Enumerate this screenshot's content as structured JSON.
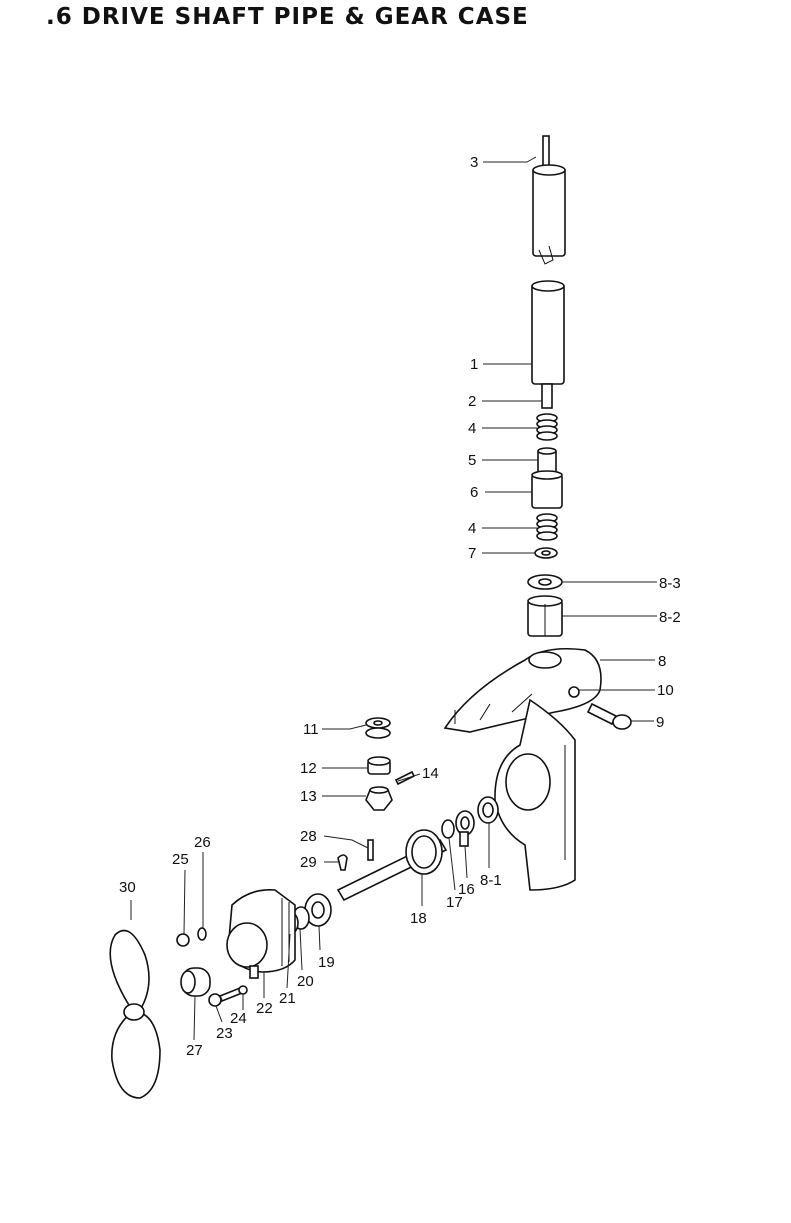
{
  "title": ".6 DRIVE SHAFT PIPE & GEAR CASE",
  "callouts": {
    "p1": "1",
    "p2": "2",
    "p3": "3",
    "p4a": "4",
    "p4b": "4",
    "p5": "5",
    "p6": "6",
    "p7": "7",
    "p8": "8",
    "p8_1": "8-1",
    "p8_2": "8-2",
    "p8_3": "8-3",
    "p9": "9",
    "p10": "10",
    "p11": "11",
    "p12": "12",
    "p13": "13",
    "p14": "14",
    "p16": "16",
    "p17": "17",
    "p18": "18",
    "p19": "19",
    "p20": "20",
    "p21": "21",
    "p22": "22",
    "p23": "23",
    "p24": "24",
    "p25": "25",
    "p26": "26",
    "p27": "27",
    "p28": "28",
    "p29": "29",
    "p30": "30"
  }
}
